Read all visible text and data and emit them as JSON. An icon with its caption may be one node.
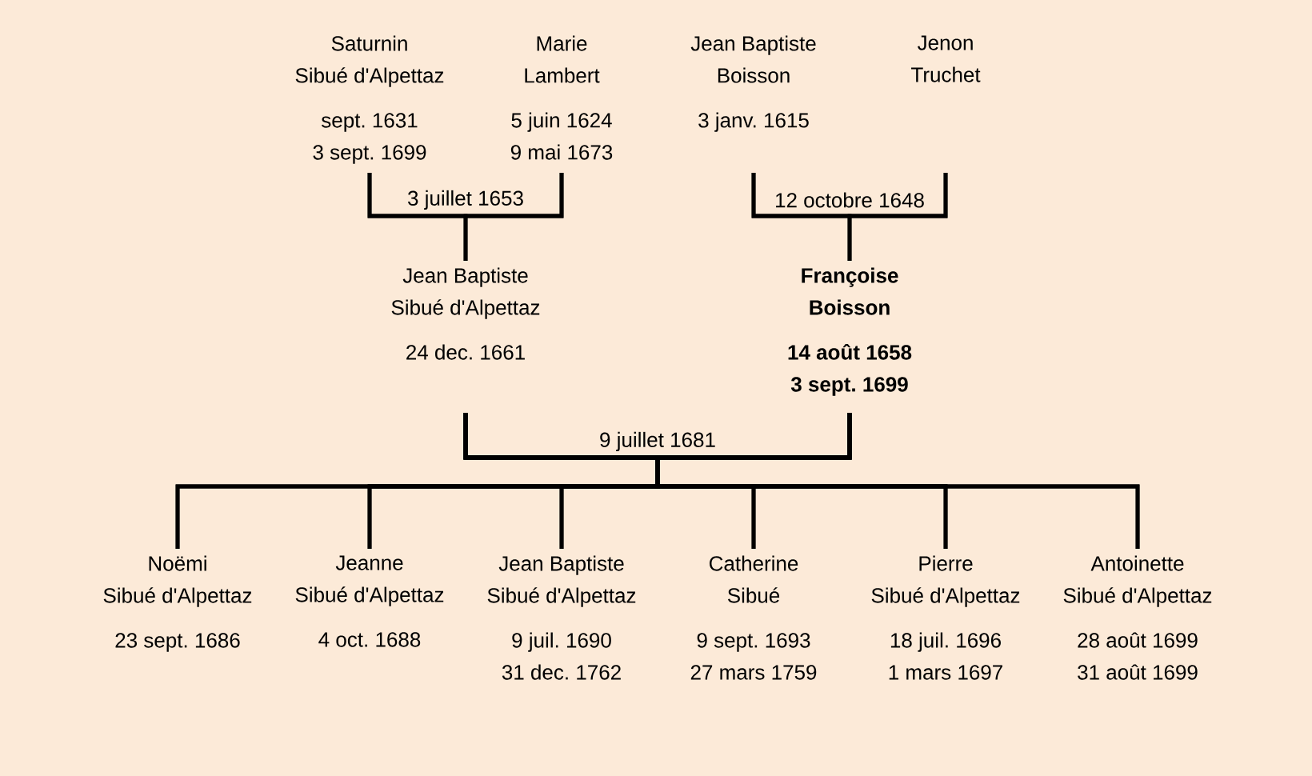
{
  "diagram": {
    "nodes": [
      {
        "text": [
          "Saturnin",
          "Sibué d'Alpettaz",
          "sept. 1631",
          "3 sept. 1699"
        ]
      },
      {
        "text": [
          "Marie",
          "Lambert",
          "5 juin 1624",
          "9 mai 1673"
        ]
      },
      {
        "text": [
          "Jean Baptiste",
          "Boisson",
          "3 janv. 1615"
        ]
      },
      {
        "text": [
          "Jenon",
          "Truchet"
        ]
      },
      {
        "text": [
          "Jean Baptiste",
          "Sibué d'Alpettaz",
          "24 dec. 1661"
        ]
      },
      {
        "text": [
          "Françoise",
          "Boisson",
          "14 août 1658",
          "3 sept. 1699"
        ]
      },
      {
        "text": [
          "Noëmi",
          "Sibué d'Alpettaz",
          "23 sept. 1686"
        ]
      },
      {
        "text": [
          "Jeanne",
          "Sibué d'Alpettaz",
          "4 oct. 1688"
        ]
      },
      {
        "text": [
          "Jean Baptiste",
          "Sibué d'Alpettaz",
          "9 juil. 1690",
          "31 dec. 1762"
        ]
      },
      {
        "text": [
          "Catherine",
          "Sibué",
          "9 sept. 1693",
          "27 mars 1759"
        ]
      },
      {
        "text": [
          "Pierre",
          "Sibué d'Alpettaz",
          "18 juil. 1696",
          "1 mars 1697"
        ]
      },
      {
        "text": [
          "Antoinette",
          "Sibué d'Alpettaz",
          "28 août 1699",
          "31 août 1699"
        ]
      }
    ],
    "edges": [
      {
        "from": 0,
        "to": 1,
        "arrow": "none",
        "label": "3 juillet 1653"
      },
      {
        "from": 0,
        "to": 4,
        "arrow": "none"
      },
      {
        "from": 1,
        "to": 4,
        "arrow": "none"
      },
      {
        "from": 2,
        "to": 3,
        "arrow": "none",
        "label": "12 octobre 1648"
      },
      {
        "from": 2,
        "to": 5,
        "arrow": "none"
      },
      {
        "from": 3,
        "to": 5,
        "arrow": "none"
      },
      {
        "from": 4,
        "to": 5,
        "arrow": "none",
        "label": "9 juillet 1681"
      },
      {
        "from": 4,
        "to": 6,
        "arrow": "none"
      },
      {
        "from": 4,
        "to": 7,
        "arrow": "none"
      },
      {
        "from": 4,
        "to": 8,
        "arrow": "none"
      },
      {
        "from": 4,
        "to": 9,
        "arrow": "none"
      },
      {
        "from": 4,
        "to": 10,
        "arrow": "none"
      },
      {
        "from": 4,
        "to": 11,
        "arrow": "none"
      },
      {
        "from": 5,
        "to": 6,
        "arrow": "none"
      },
      {
        "from": 5,
        "to": 7,
        "arrow": "none"
      },
      {
        "from": 5,
        "to": 8,
        "arrow": "none"
      },
      {
        "from": 5,
        "to": 9,
        "arrow": "none"
      },
      {
        "from": 5,
        "to": 10,
        "arrow": "none"
      },
      {
        "from": 5,
        "to": 11,
        "arrow": "none"
      }
    ]
  }
}
